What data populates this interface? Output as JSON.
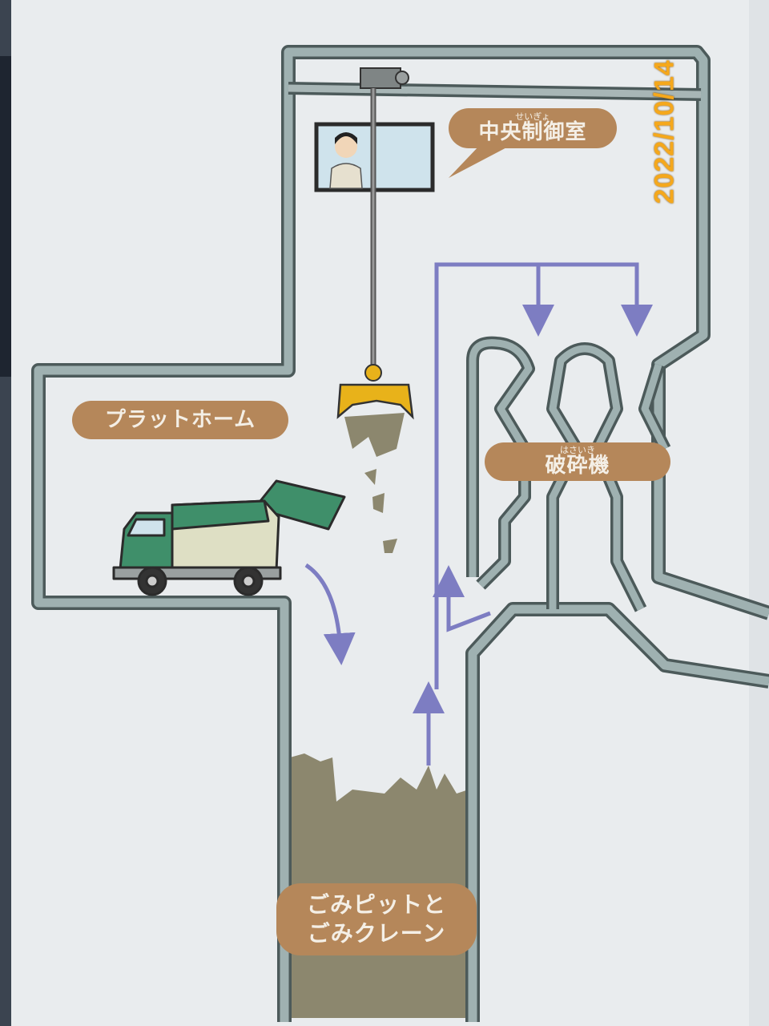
{
  "labels": {
    "control_room": {
      "ruby": "せいぎょ",
      "text": "中央制御室"
    },
    "platform": {
      "text": "プラットホーム"
    },
    "crusher": {
      "ruby": "はさいき",
      "text": "破砕機"
    },
    "pit": {
      "line1": "ごみピットと",
      "line2": "ごみクレーン"
    }
  },
  "date_stamp": "2022/10/14",
  "colors": {
    "pipe": "#8fa3a3",
    "label": "#b5875a",
    "arrow": "#7d7dc2",
    "garbage": "#8c876e",
    "grab": "#e8b21a",
    "truck_green": "#3f8f6a"
  }
}
